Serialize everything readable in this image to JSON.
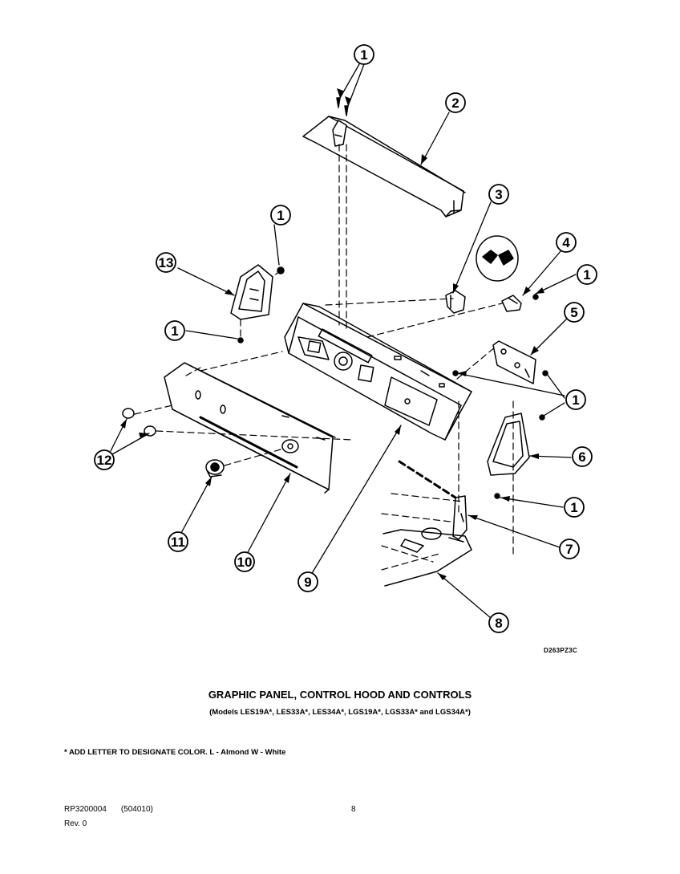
{
  "diagram": {
    "callouts": [
      "1",
      "2",
      "3",
      "4",
      "5",
      "6",
      "7",
      "8",
      "9",
      "10",
      "11",
      "12",
      "13"
    ],
    "drawing_code": "D263PZ3C"
  },
  "caption": {
    "title": "GRAPHIC PANEL, CONTROL HOOD AND CONTROLS",
    "models": "(Models LES19A*, LES33A*, LES34A*, LGS19A*, LGS33A* and LGS34A*)"
  },
  "note": "* ADD LETTER TO DESIGNATE COLOR.  L - Almond   W - White",
  "footer": {
    "doc_number": "RP3200004",
    "doc_code": "(504010)",
    "page": "8",
    "revision": "Rev. 0"
  }
}
